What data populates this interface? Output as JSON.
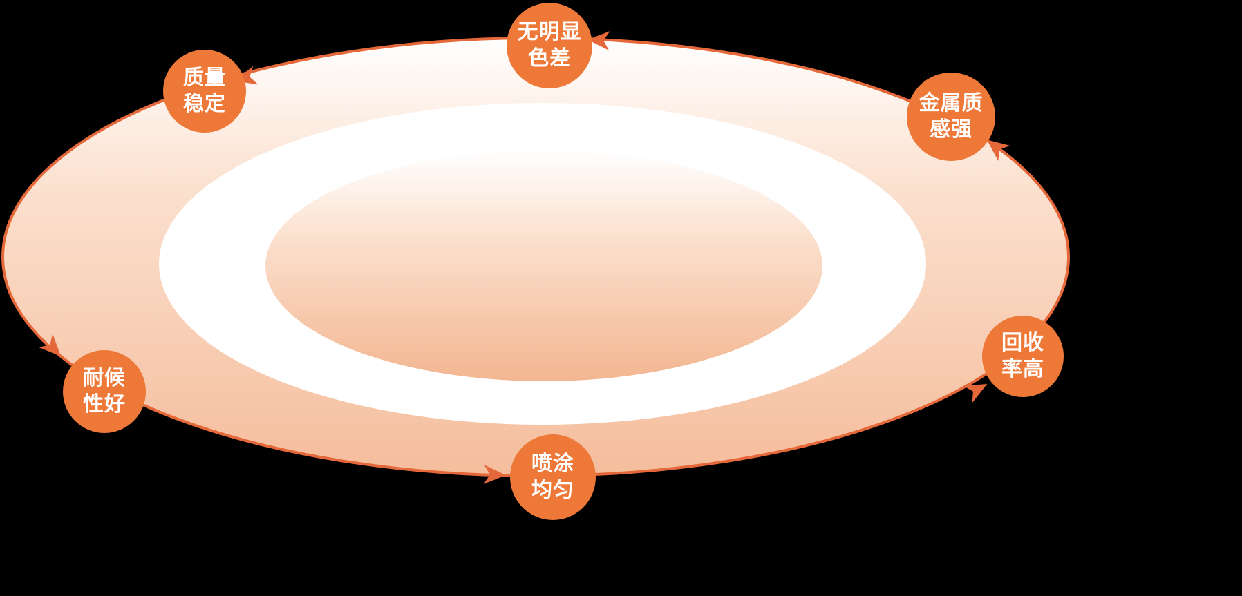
{
  "diagram": {
    "title": "product-advantages-cycle",
    "background": "#000000",
    "accent": "#ED7838",
    "line_color": "#E5683A",
    "gradient_top": "#FFFFFF",
    "gradient_bottom": "#F5BD9C",
    "flow_direction": "counterclockwise",
    "nodes": [
      {
        "id": "top",
        "line1": "无明显",
        "line2": "色差"
      },
      {
        "id": "top-left",
        "line1": "质量",
        "line2": "稳定"
      },
      {
        "id": "top-right",
        "line1": "金属质",
        "line2": "感强"
      },
      {
        "id": "left",
        "line1": "耐候",
        "line2": "性好"
      },
      {
        "id": "right",
        "line1": "回收",
        "line2": "率高"
      },
      {
        "id": "bottom",
        "line1": "喷涂",
        "line2": "均匀"
      }
    ]
  }
}
